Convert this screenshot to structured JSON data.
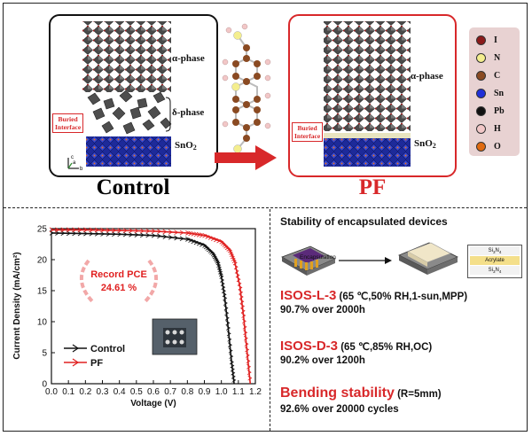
{
  "top": {
    "control": {
      "caption": "Control",
      "alpha_label": "α-phase",
      "delta_label": "δ-phase",
      "sno2_label": "SnO",
      "sno2_sub": "2",
      "buried_line1": "Buried",
      "buried_line2": "Interface"
    },
    "pf": {
      "caption": "PF",
      "alpha_label": "α-phase",
      "sno2_label": "SnO",
      "sno2_sub": "2",
      "buried_line1": "Buried",
      "buried_line2": "Interface"
    },
    "axes_labels": {
      "c": "c",
      "b": "b",
      "a": "a"
    },
    "legend": [
      {
        "symbol": "I",
        "color": "#8b1a1a"
      },
      {
        "symbol": "N",
        "color": "#f4ee8e"
      },
      {
        "symbol": "C",
        "color": "#8a4a22"
      },
      {
        "symbol": "Sn",
        "color": "#2030d8"
      },
      {
        "symbol": "Pb",
        "color": "#111111"
      },
      {
        "symbol": "H",
        "color": "#f2c7c7"
      },
      {
        "symbol": "O",
        "color": "#e06a10"
      }
    ]
  },
  "chart_data": {
    "type": "line",
    "xlabel": "Voltage (V)",
    "ylabel": "Current Density (mA/cm²)",
    "xlim": [
      0.0,
      1.2
    ],
    "ylim": [
      0,
      25
    ],
    "xticks": [
      "0.0",
      "0.1",
      "0.2",
      "0.3",
      "0.4",
      "0.5",
      "0.6",
      "0.7",
      "0.8",
      "0.9",
      "1.0",
      "1.1",
      "1.2"
    ],
    "yticks": [
      "0",
      "5",
      "10",
      "15",
      "20",
      "25"
    ],
    "legend_position": "bottom-left",
    "annotation_line1": "Record PCE",
    "annotation_line2": "24.61 %",
    "series": [
      {
        "name": "Control",
        "color": "#111111",
        "x": [
          0.0,
          0.2,
          0.4,
          0.6,
          0.8,
          0.9,
          0.95,
          0.98,
          1.0,
          1.02,
          1.04,
          1.06,
          1.075
        ],
        "y": [
          24.3,
          24.2,
          24.1,
          23.9,
          23.3,
          22.3,
          21.0,
          19.5,
          17.3,
          13.8,
          9.0,
          3.5,
          0.0
        ]
      },
      {
        "name": "PF",
        "color": "#e02020",
        "x": [
          0.0,
          0.2,
          0.4,
          0.6,
          0.8,
          0.9,
          1.0,
          1.05,
          1.08,
          1.11,
          1.13,
          1.15,
          1.17
        ],
        "y": [
          24.8,
          24.8,
          24.7,
          24.6,
          24.3,
          23.9,
          22.9,
          21.5,
          19.5,
          15.5,
          11.0,
          5.5,
          0.0
        ]
      }
    ]
  },
  "stability": {
    "title": "Stability of encapsulated devices",
    "encapsulation_label": "Encapsulation",
    "layers": {
      "top": "Si",
      "top_sub": "3",
      "top_end": "N",
      "top_sub2": "4",
      "middle": "Acrylate",
      "bottom": "Si",
      "bottom_sub": "3",
      "bottom_end": "N",
      "bottom_sub2": "4"
    },
    "tests": [
      {
        "name": "ISOS-L-3",
        "conditions": " (65 ℃,50% RH,1-sun,MPP)",
        "result": "90.7% over 2000h"
      },
      {
        "name": "ISOS-D-3",
        "conditions": " (65 ℃,85% RH,OC)",
        "result": "90.2% over 1200h"
      },
      {
        "name": "Bending stability",
        "conditions": " (R=5mm)",
        "result": "92.6% over 20000 cycles"
      }
    ]
  }
}
